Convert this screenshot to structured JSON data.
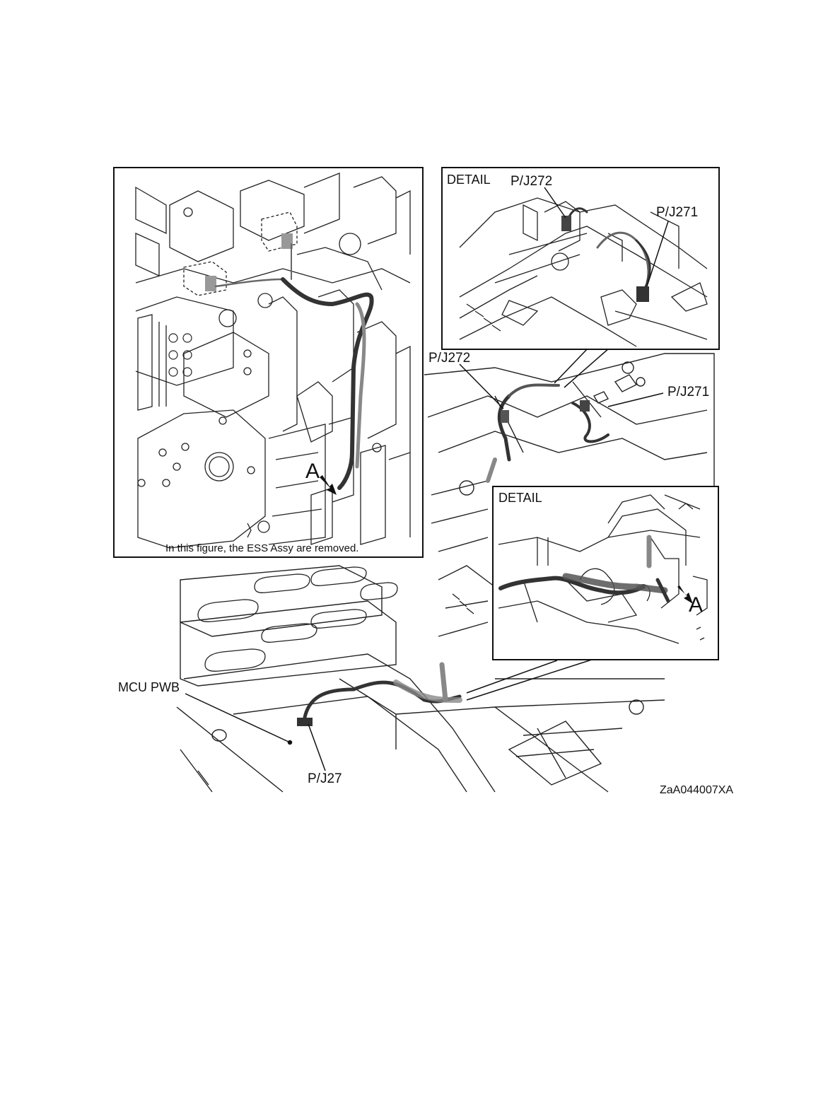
{
  "figure_id": "ZaA044007XA",
  "main_view": {
    "caption": "In this figure, the ESS Assy are removed.",
    "arrow_label": "A"
  },
  "detail_top": {
    "title": "DETAIL",
    "connector_left": "P/J272",
    "connector_right": "P/J271"
  },
  "overview": {
    "connector_left": "P/J272",
    "connector_right": "P/J271",
    "board_label": "MCU PWB",
    "bottom_connector": "P/J27"
  },
  "detail_bottom": {
    "title": "DETAIL",
    "arrow_label": "A"
  },
  "colors": {
    "line": "#222222",
    "harness": "#3a3a3a",
    "harness_light": "#808080"
  }
}
